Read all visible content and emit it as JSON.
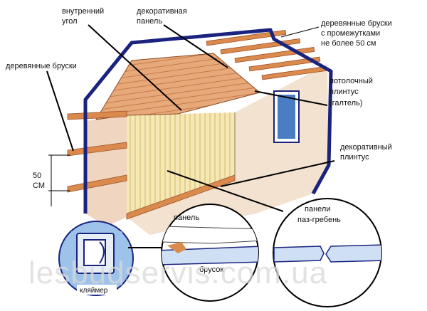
{
  "labels": {
    "inner_corner_line1": "внутренний",
    "inner_corner_line2": "угол",
    "decor_panel_line1": "декоративная",
    "decor_panel_line2": "панель",
    "battens_gap_line1": "деревянные бруски",
    "battens_gap_line2": "с промежутками",
    "battens_gap_line3": "не более 50 см",
    "battens_left": "деревянные бруски",
    "ceiling_molding_line1": "потолочный",
    "ceiling_molding_line2": "плинтус",
    "ceiling_molding_line3": "(галтель)",
    "decor_plinth_line1": "декоративный",
    "decor_plinth_line2": "плинтус",
    "dimension_line1": "50",
    "dimension_line2": "СМ",
    "panel": "панель",
    "tongue_groove_line1": "панели",
    "tongue_groove_line2": "паз-гребень",
    "batten": "брусок",
    "clamp": "кляймер",
    "watermark": "lesbudservis.com.ua"
  },
  "colors": {
    "outline": "#1a237e",
    "ceiling": "#e8a97a",
    "ceiling_stripe": "#c47a4a",
    "wall_panel": "#f5e8b4",
    "wall_panel_stripe": "#d4b96a",
    "wall_right": "#f3e2d0",
    "floor_side": "#f0d6c0",
    "batten": "#d98a4c",
    "batten_dark": "#a0522d",
    "window_glass": "#4a7ec4",
    "detail_blue": "#9ec3ea",
    "panel_profile": "#cfe0f5"
  },
  "icons": {
    "clamp": "clamp-icon",
    "window": "window-icon"
  }
}
